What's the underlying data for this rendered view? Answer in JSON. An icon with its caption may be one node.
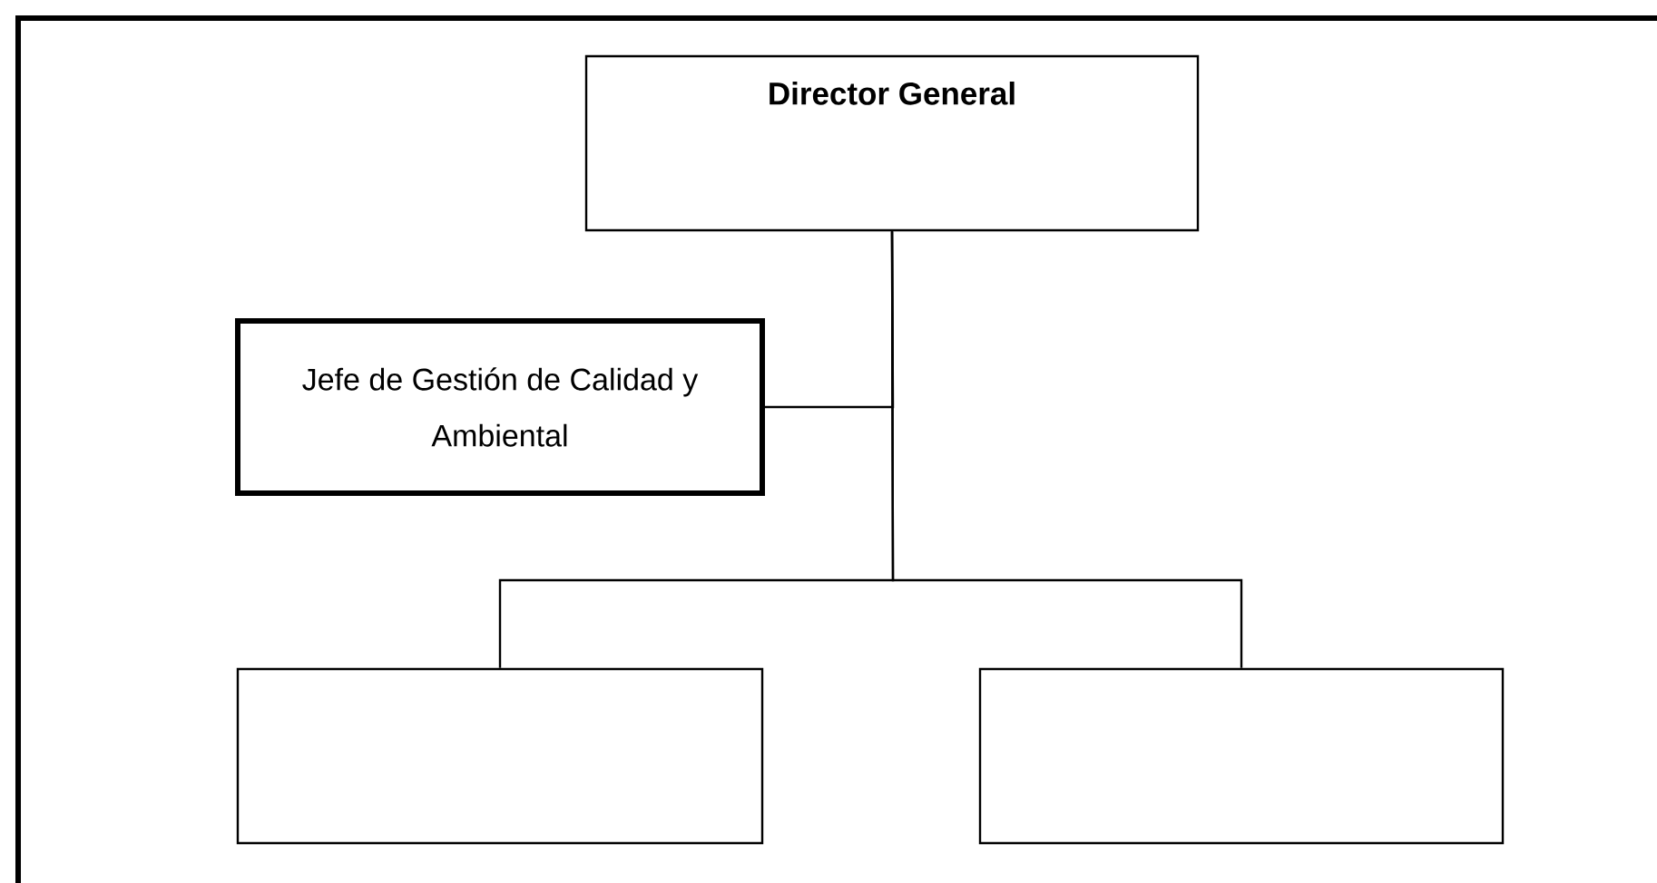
{
  "diagram": {
    "nodes": [
      {
        "text": [
          "Director General"
        ]
      },
      {
        "text": [
          "Jefe de Gestión de Calidad y Ambiental"
        ]
      },
      {
        "text": [],
        "shape": "box"
      },
      {
        "text": [],
        "shape": "box"
      }
    ],
    "edges": [
      {
        "from": 0,
        "to": 1,
        "arrow": "none"
      },
      {
        "from": 0,
        "to": 2,
        "arrow": "none"
      },
      {
        "from": 0,
        "to": 3,
        "arrow": "none"
      }
    ]
  }
}
